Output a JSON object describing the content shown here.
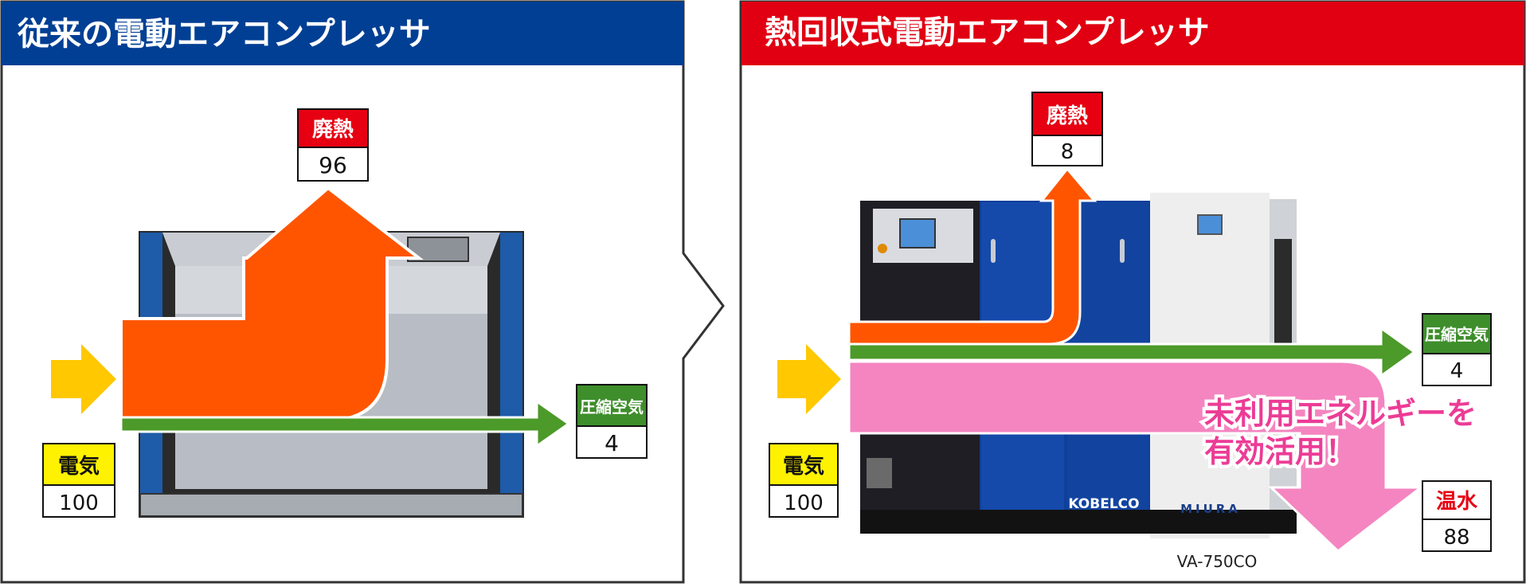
{
  "panels": {
    "left": {
      "title": "従来の電動エアコンプレッサ",
      "header_color": "#003F94",
      "waste_heat": {
        "label": "廃熱",
        "value": "96"
      },
      "electricity": {
        "label": "電気",
        "value": "100"
      },
      "compressed_air": {
        "label": "圧縮空気",
        "value": "4"
      }
    },
    "right": {
      "title": "熱回収式電動エアコンプレッサ",
      "header_color": "#E00012",
      "waste_heat": {
        "label": "廃熱",
        "value": "8"
      },
      "electricity": {
        "label": "電気",
        "value": "100"
      },
      "compressed_air": {
        "label": "圧縮空気",
        "value": "4"
      },
      "hot_water": {
        "label": "温水",
        "value": "88"
      },
      "callout_line1": "未利用エネルギーを",
      "callout_line2": "有効活用！",
      "model": "VA-750CO",
      "brand_left": "KOBELCO",
      "brand_right": "MIURA"
    }
  },
  "colors": {
    "waste_heat_arrow": "#FF5500",
    "compressed_air_arrow": "#4C9A2A",
    "electricity_arrow": "#FFC800",
    "hot_water_arrow": "#F485C0",
    "waste_heat_label_bg": "#E60012",
    "compressed_air_label_bg": "#3E8E2C",
    "electricity_label_bg": "#FFF200",
    "hot_water_label_text": "#E60012",
    "callout_text": "#EC3C96"
  }
}
